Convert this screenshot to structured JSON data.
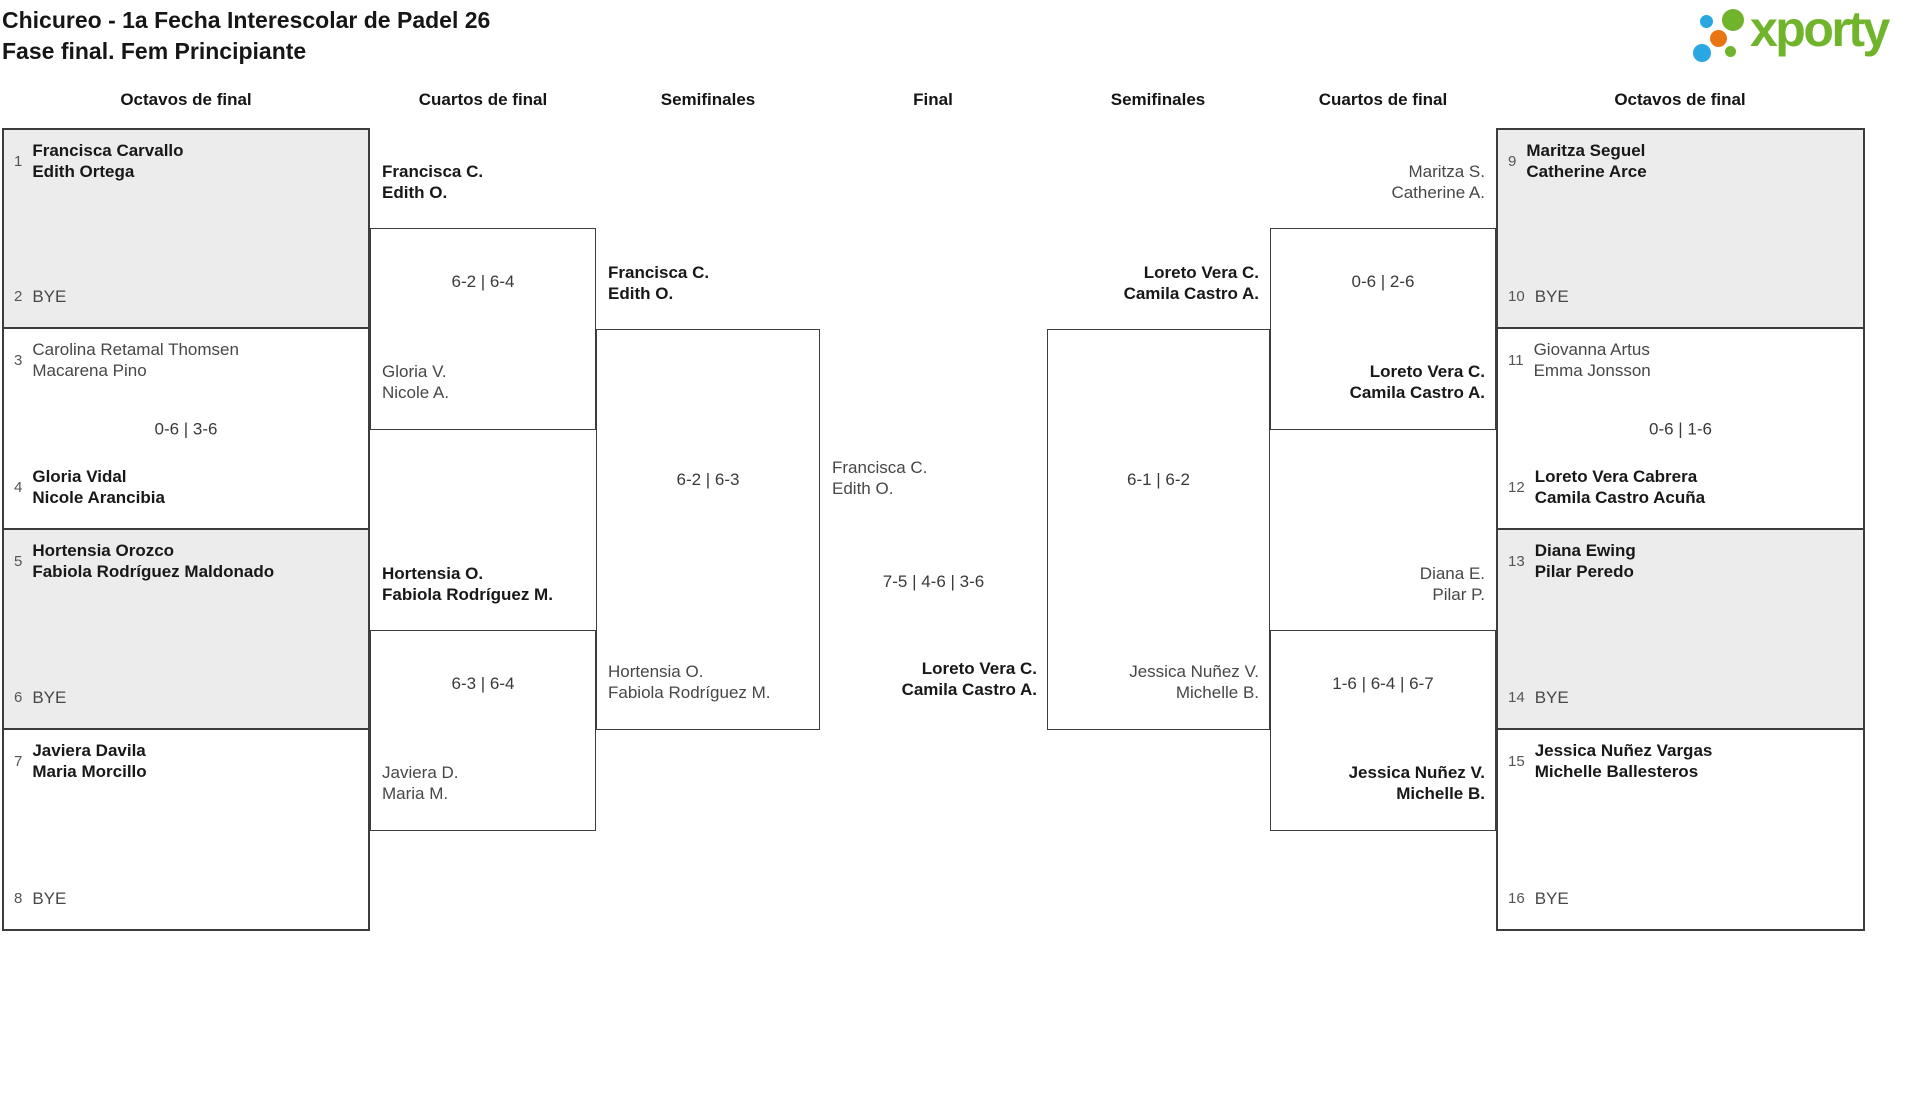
{
  "header": {
    "title_line1": "Chicureo - 1a Fecha Interescolar de Padel 26",
    "title_line2": "Fase final. Fem Principiante",
    "logo_text": "xporty"
  },
  "colors": {
    "logo_green": "#6fb42a",
    "logo_blue": "#29a7e1",
    "logo_orange": "#e87511",
    "box_grey": "#ececec",
    "line_dark": "#3c3c3c"
  },
  "rounds": {
    "r16_left": "Octavos de final",
    "qf_left": "Cuartos de final",
    "sf_left": "Semifinales",
    "final": "Final",
    "sf_right": "Semifinales",
    "qf_right": "Cuartos de final",
    "r16_right": "Octavos de final"
  },
  "matches": {
    "l_oct_1": {
      "top": {
        "seed": "1",
        "line1": "Francisca Carvallo",
        "line2": "Edith Ortega",
        "bold": true
      },
      "bottom": {
        "seed": "2",
        "line1": "BYE",
        "bold": false
      }
    },
    "l_oct_2": {
      "top": {
        "seed": "3",
        "line1": "Carolina Retamal Thomsen",
        "line2": "Macarena Pino",
        "bold": false
      },
      "score": "0-6 | 3-6",
      "bottom": {
        "seed": "4",
        "line1": "Gloria Vidal",
        "line2": "Nicole Arancibia",
        "bold": true
      }
    },
    "l_oct_3": {
      "top": {
        "seed": "5",
        "line1": "Hortensia Orozco",
        "line2": "Fabiola Rodríguez Maldonado",
        "bold": true
      },
      "bottom": {
        "seed": "6",
        "line1": "BYE",
        "bold": false
      }
    },
    "l_oct_4": {
      "top": {
        "seed": "7",
        "line1": "Javiera Davila",
        "line2": "Maria Morcillo",
        "bold": true
      },
      "bottom": {
        "seed": "8",
        "line1": "BYE",
        "bold": false
      }
    },
    "l_qf_1": {
      "above": {
        "line1": "Francisca C.",
        "line2": "Edith O.",
        "bold": true
      },
      "score": "6-2 | 6-4",
      "below": {
        "line1": "Gloria V.",
        "line2": "Nicole A.",
        "bold": false
      }
    },
    "l_qf_2": {
      "above": {
        "line1": "Hortensia O.",
        "line2": "Fabiola Rodríguez M.",
        "bold": true
      },
      "score": "6-3 | 6-4",
      "below": {
        "line1": "Javiera D.",
        "line2": "Maria M.",
        "bold": false
      }
    },
    "l_sf": {
      "above": {
        "line1": "Francisca C.",
        "line2": "Edith O.",
        "bold": true
      },
      "score": "6-2 | 6-3",
      "below": {
        "line1": "Hortensia O.",
        "line2": "Fabiola Rodríguez M.",
        "bold": false
      }
    },
    "final": {
      "left": {
        "line1": "Francisca C.",
        "line2": "Edith O.",
        "bold": false
      },
      "score": "7-5 | 4-6 | 3-6",
      "right": {
        "line1": "Loreto Vera C.",
        "line2": "Camila Castro A.",
        "bold": true
      }
    },
    "r_sf": {
      "above": {
        "line1": "Loreto Vera C.",
        "line2": "Camila Castro A.",
        "bold": true
      },
      "score": "6-1 | 6-2",
      "below": {
        "line1": "Jessica Nuñez V.",
        "line2": "Michelle B.",
        "bold": false
      }
    },
    "r_qf_1": {
      "above": {
        "line1": "Maritza S.",
        "line2": "Catherine A.",
        "bold": false
      },
      "score": "0-6 | 2-6",
      "below": {
        "line1": "Loreto Vera C.",
        "line2": "Camila Castro A.",
        "bold": true
      }
    },
    "r_qf_2": {
      "above": {
        "line1": "Diana E.",
        "line2": "Pilar P.",
        "bold": false
      },
      "score": "1-6 | 6-4 | 6-7",
      "below": {
        "line1": "Jessica Nuñez V.",
        "line2": "Michelle B.",
        "bold": true
      }
    },
    "r_oct_1": {
      "top": {
        "seed": "9",
        "line1": "Maritza Seguel",
        "line2": "Catherine Arce",
        "bold": true
      },
      "bottom": {
        "seed": "10",
        "line1": "BYE",
        "bold": false
      }
    },
    "r_oct_2": {
      "top": {
        "seed": "11",
        "line1": "Giovanna Artus",
        "line2": "Emma Jonsson",
        "bold": false
      },
      "score": "0-6 | 1-6",
      "bottom": {
        "seed": "12",
        "line1": "Loreto Vera Cabrera",
        "line2": "Camila Castro Acuña",
        "bold": true
      }
    },
    "r_oct_3": {
      "top": {
        "seed": "13",
        "line1": "Diana Ewing",
        "line2": "Pilar Peredo",
        "bold": true
      },
      "bottom": {
        "seed": "14",
        "line1": "BYE",
        "bold": false
      }
    },
    "r_oct_4": {
      "top": {
        "seed": "15",
        "line1": "Jessica Nuñez Vargas",
        "line2": "Michelle Ballesteros",
        "bold": true
      },
      "bottom": {
        "seed": "16",
        "line1": "BYE",
        "bold": false
      }
    }
  }
}
